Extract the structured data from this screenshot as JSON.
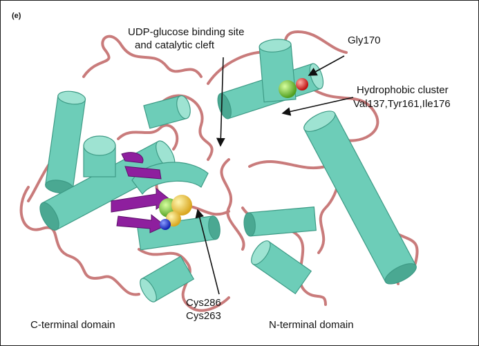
{
  "figure": {
    "panel_label": "(e)",
    "labels": {
      "udp_site_line1": "UDP-glucose binding site",
      "udp_site_line2": "and catalytic cleft",
      "gly170": "Gly170",
      "hydrophobic_line1": "Hydrophobic cluster",
      "hydrophobic_line2": "Val137,Tyr161,Ile176",
      "cys286": "Cys286",
      "cys263": "Cys263",
      "c_terminal": "C-terminal domain",
      "n_terminal": "N-terminal domain"
    },
    "colors": {
      "helix": "#6dcdb8",
      "helix_dark": "#4aa892",
      "coil": "#c97b7b",
      "sheet": "#8e1f9e",
      "sphere_yellow": "#e8c33a",
      "sphere_green": "#7fcf3a",
      "sphere_blue": "#1f2fd0",
      "sphere_red": "#e0201e"
    }
  }
}
